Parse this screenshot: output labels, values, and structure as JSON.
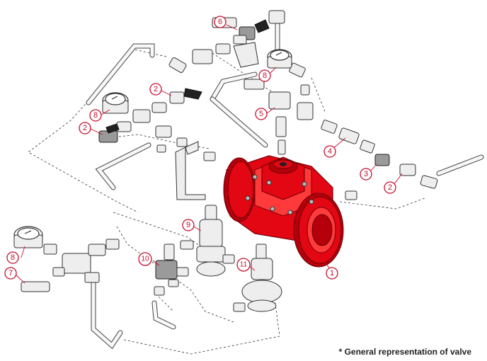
{
  "footnote": "* General representation of valve",
  "callouts": [
    {
      "id": "c6",
      "label": "6"
    },
    {
      "id": "c8a",
      "label": "8"
    },
    {
      "id": "c2a",
      "label": "2"
    },
    {
      "id": "c8b",
      "label": "8"
    },
    {
      "id": "c2b",
      "label": "2"
    },
    {
      "id": "c5",
      "label": "5"
    },
    {
      "id": "c4",
      "label": "4"
    },
    {
      "id": "c3",
      "label": "3"
    },
    {
      "id": "c2c",
      "label": "2"
    },
    {
      "id": "c9",
      "label": "9"
    },
    {
      "id": "c10",
      "label": "10"
    },
    {
      "id": "c11",
      "label": "11"
    },
    {
      "id": "c1",
      "label": "1"
    },
    {
      "id": "c8c",
      "label": "8"
    },
    {
      "id": "c7",
      "label": "7"
    }
  ],
  "colors": {
    "valve": "#e30613",
    "callout": "#c8102e"
  }
}
